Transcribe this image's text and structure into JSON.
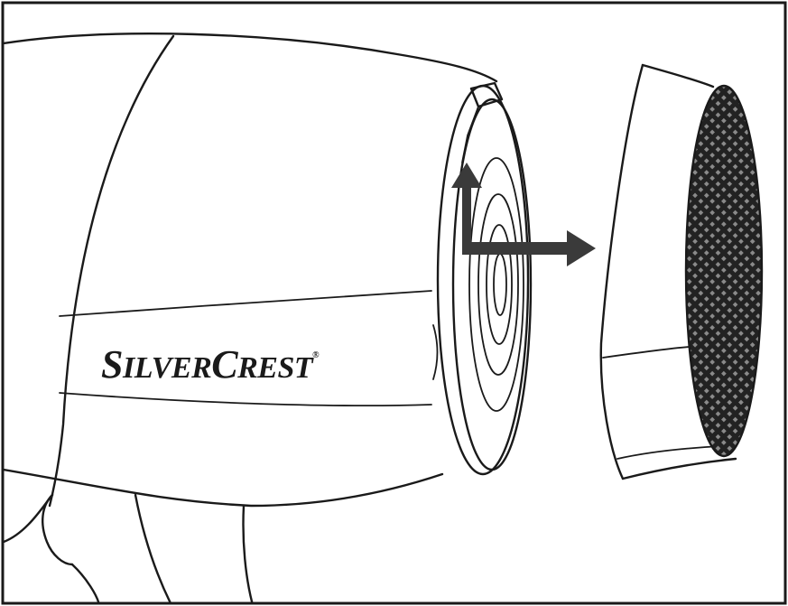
{
  "brand": {
    "prefix": "S",
    "word1_small": "ILVER",
    "mid": "C",
    "word2_small": "REST",
    "registered": "®"
  },
  "colors": {
    "line": "#1a1a1a",
    "background": "#ffffff",
    "mesh": "#222222",
    "arrow": "#3a3a3a"
  },
  "icons": {
    "up_arrow": "arrow-up-icon",
    "right_arrow": "arrow-right-icon"
  }
}
